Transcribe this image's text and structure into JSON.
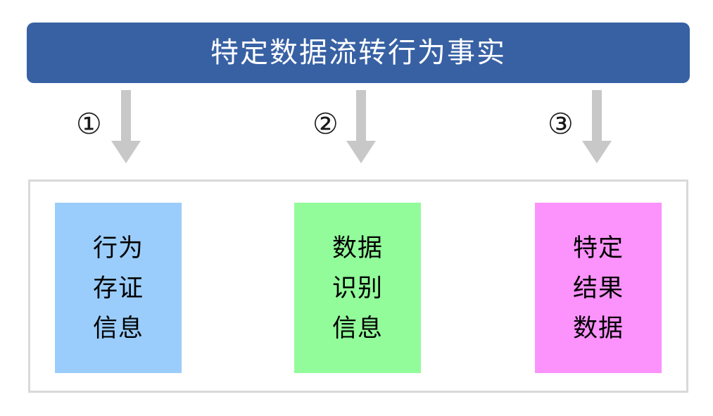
{
  "diagram": {
    "title": "特定数据流转行为事实",
    "title_color": "#3861A4",
    "title_text_color": "#FFFFFF",
    "frame_border_color": "#D9D9D9",
    "arrow_color": "#C8C8C8",
    "steps": [
      {
        "marker": "①",
        "arrow_name": "arrow-down-icon",
        "box_color": "#9ACDFB",
        "lines": [
          "行为",
          "存证",
          "信息"
        ]
      },
      {
        "marker": "②",
        "arrow_name": "arrow-down-icon",
        "box_color": "#92FC9A",
        "lines": [
          "数据",
          "识别",
          "信息"
        ]
      },
      {
        "marker": "③",
        "arrow_name": "arrow-down-icon",
        "box_color": "#FC92FC",
        "lines": [
          "特定",
          "结果",
          "数据"
        ]
      }
    ]
  }
}
